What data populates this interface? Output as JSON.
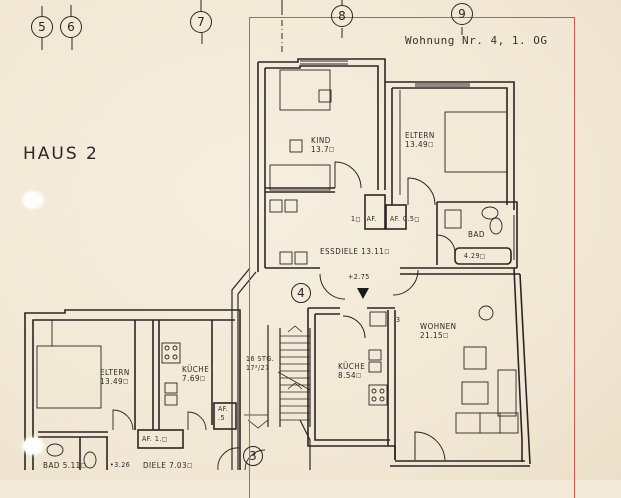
{
  "document": {
    "building_label": "HAUS 2",
    "apartment_title": "Wohnung Nr. 4, 1. OG",
    "highlight_color": "#d9544f",
    "paper_color": "#f3ead9",
    "ink_color": "#2a2622"
  },
  "grid_axes": [
    {
      "id": "5",
      "label": "5"
    },
    {
      "id": "6",
      "label": "6"
    },
    {
      "id": "7",
      "label": "7"
    },
    {
      "id": "8",
      "label": "8"
    },
    {
      "id": "9",
      "label": "9"
    }
  ],
  "apartment_4": {
    "rooms": [
      {
        "name": "KIND",
        "area": "13.7"
      },
      {
        "name": "ELTERN",
        "area": "13.49"
      },
      {
        "name": "ESSDIELE",
        "area": "13.11"
      },
      {
        "name": "BAD",
        "area": "4.29"
      },
      {
        "name": "KÜCHE",
        "area": "8.54"
      },
      {
        "name": "WOHNEN",
        "area": "21.15"
      }
    ],
    "storage": [
      {
        "name": "AF.",
        "area": "1"
      },
      {
        "name": "AF.",
        "area": "0.5"
      }
    ],
    "level_marker": "+2.75",
    "unit_circle": "4",
    "window_mark": "3"
  },
  "stair": {
    "label": "16 STG.",
    "ratio": "17²/27",
    "unit_circle": "3"
  },
  "apartment_3": {
    "rooms": [
      {
        "name": "ELTERN",
        "area": "13.49"
      },
      {
        "name": "KÜCHE",
        "area": "7.69"
      },
      {
        "name": "BAD",
        "area": "5.11"
      },
      {
        "name": "DIELE",
        "area": "7.03"
      }
    ],
    "storage": [
      {
        "name": "AF.",
        "area": "1."
      },
      {
        "name": "AF.",
        "area": ".5"
      }
    ],
    "level_marker": "•3.26"
  }
}
